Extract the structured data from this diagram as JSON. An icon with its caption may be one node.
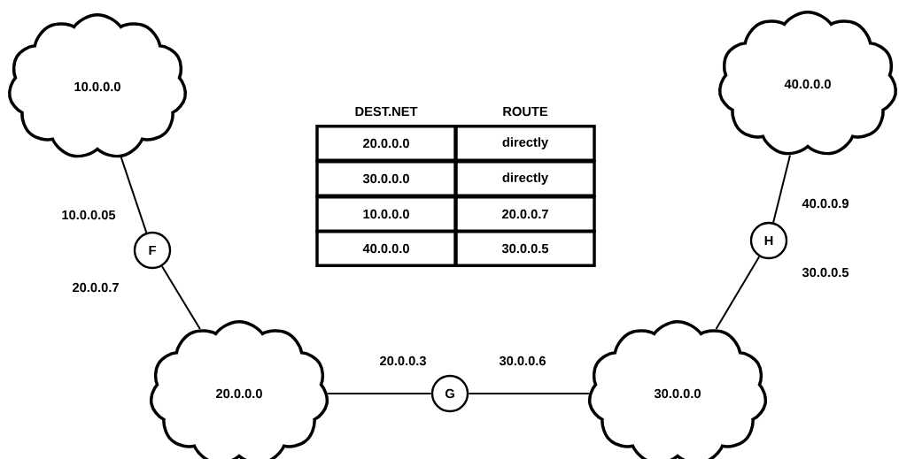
{
  "diagram": {
    "nodes": [
      {
        "text": [
          "10.0.0.0"
        ]
      },
      {
        "text": [
          "F"
        ],
        "beside": [
          "10.0.0.05",
          "20.0.0.7"
        ]
      },
      {
        "text": [
          "20.0.0.0"
        ]
      },
      {
        "text": [
          "G"
        ],
        "beside": [
          "20.0.0.3",
          "30.0.0.6"
        ]
      },
      {
        "text": [
          "30.0.0.0"
        ]
      },
      {
        "text": [
          "H"
        ],
        "beside": [
          "40.0.0.9",
          "30.0.0.5"
        ]
      },
      {
        "text": [
          "40.0.0.0"
        ]
      }
    ],
    "edges": [
      {
        "from": 0,
        "to": 1,
        "arrow": "none"
      },
      {
        "from": 1,
        "to": 2,
        "arrow": "none"
      },
      {
        "from": 2,
        "to": 3,
        "arrow": "none"
      },
      {
        "from": 3,
        "to": 4,
        "arrow": "none"
      },
      {
        "from": 4,
        "to": 5,
        "arrow": "none"
      },
      {
        "from": 5,
        "to": 6,
        "arrow": "none"
      }
    ],
    "labels": [
      "DEST.NET",
      "ROUTE",
      "20.0.0.0",
      "directly",
      "30.0.0.0",
      "directly",
      "10.0.0.0",
      "20.0.0.7",
      "40.0.0.0",
      "30.0.0.5"
    ]
  }
}
